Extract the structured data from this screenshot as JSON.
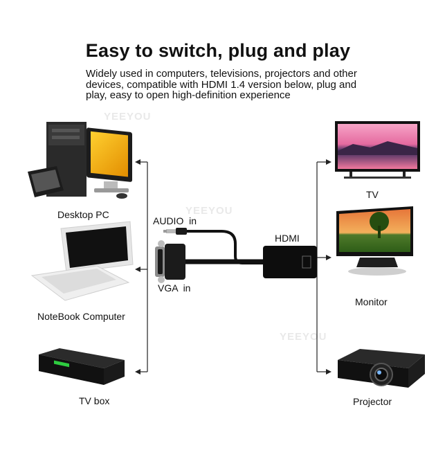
{
  "heading": {
    "title": "Easy to switch, plug and play",
    "subtitle": "Widely used in computers, televisions, projectors and other devices, compatible with HDMI 1.4 version below, plug and play, easy to open high-definition experience"
  },
  "watermarks": [
    "YEEYOU",
    "YEEYOU",
    "YEEYOU"
  ],
  "left_devices": [
    {
      "label": "Desktop PC",
      "icon": "desktop-pc-icon"
    },
    {
      "label": "NoteBook Computer",
      "icon": "notebook-computer-icon"
    },
    {
      "label": "TV box",
      "icon": "tv-box-icon"
    }
  ],
  "right_devices": [
    {
      "label": "TV",
      "icon": "tv-icon"
    },
    {
      "label": "Monitor",
      "icon": "monitor-icon"
    },
    {
      "label": "Projector",
      "icon": "projector-icon"
    }
  ],
  "adapter": {
    "audio_label": "AUDIO  in",
    "vga_label": "VGA  in",
    "hdmi_label": "HDMI"
  }
}
